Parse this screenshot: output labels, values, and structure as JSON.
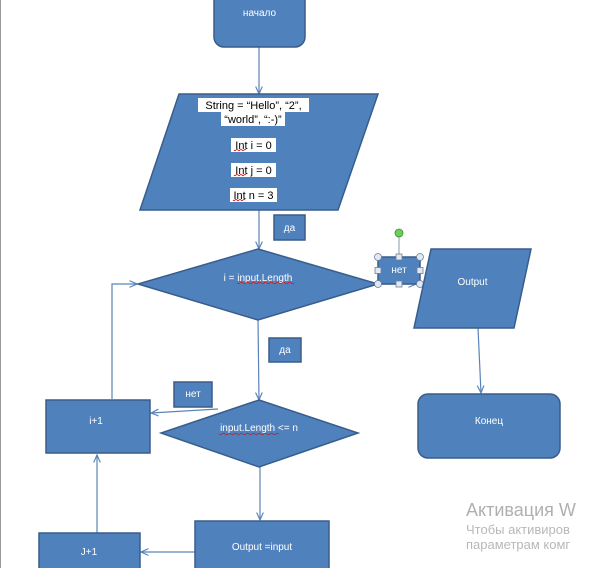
{
  "flowchart": {
    "start_label": "начало",
    "input_lines": [
      "String = “Hello”, “2”,",
      "“world”, “:-)”",
      "Int i = 0",
      "Int j = 0",
      "Int n = 3"
    ],
    "yes_label_1": "да",
    "condition_1": "i = input.Length",
    "no_label_selected": "нет",
    "output_label": "Output",
    "end_label": "Конец",
    "yes_label_2": "да",
    "no_label_2": "нет",
    "i_increment": "i+1",
    "condition_2": "input.Length <= n",
    "assign_output": "Output =input",
    "j_increment": "J+1"
  },
  "watermark": {
    "title": "Активация W",
    "line1": "Чтобы активиров",
    "line2": "параметрам комг"
  },
  "colors": {
    "shape_fill": "#4f81bd",
    "shape_stroke": "#385d8a",
    "connector": "#5a84b8"
  }
}
